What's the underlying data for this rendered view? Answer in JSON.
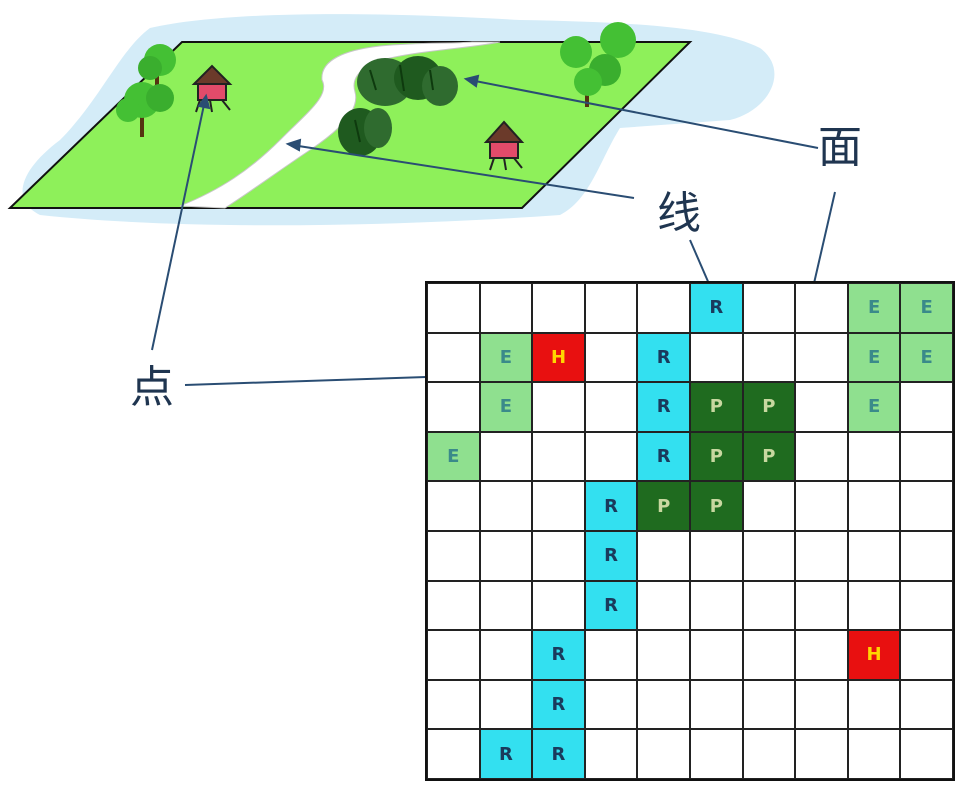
{
  "labels": {
    "point": "点",
    "line": "线",
    "area": "面"
  },
  "raster": {
    "legend_colors": {
      "R": "#33e0f0",
      "E": "#8fe08f",
      "P": "#1f6b1f",
      "H": "#e81010"
    },
    "rows": [
      [
        "",
        "",
        "",
        "",
        "",
        "R",
        "",
        "",
        "E",
        "E"
      ],
      [
        "",
        "E",
        "H",
        "",
        "R",
        "",
        "",
        "",
        "E",
        "E"
      ],
      [
        "",
        "E",
        "",
        "",
        "R",
        "P",
        "P",
        "",
        "E",
        ""
      ],
      [
        "E",
        "",
        "",
        "",
        "R",
        "P",
        "P",
        "",
        "",
        ""
      ],
      [
        "",
        "",
        "",
        "R",
        "P",
        "P",
        "",
        "",
        "",
        ""
      ],
      [
        "",
        "",
        "",
        "R",
        "",
        "",
        "",
        "",
        "",
        ""
      ],
      [
        "",
        "",
        "",
        "R",
        "",
        "",
        "",
        "",
        "",
        ""
      ],
      [
        "",
        "",
        "R",
        "",
        "",
        "",
        "",
        "",
        "H",
        ""
      ],
      [
        "",
        "",
        "R",
        "",
        "",
        "",
        "",
        "",
        "",
        ""
      ],
      [
        "",
        "R",
        "R",
        "",
        "",
        "",
        "",
        "",
        "",
        ""
      ]
    ]
  }
}
